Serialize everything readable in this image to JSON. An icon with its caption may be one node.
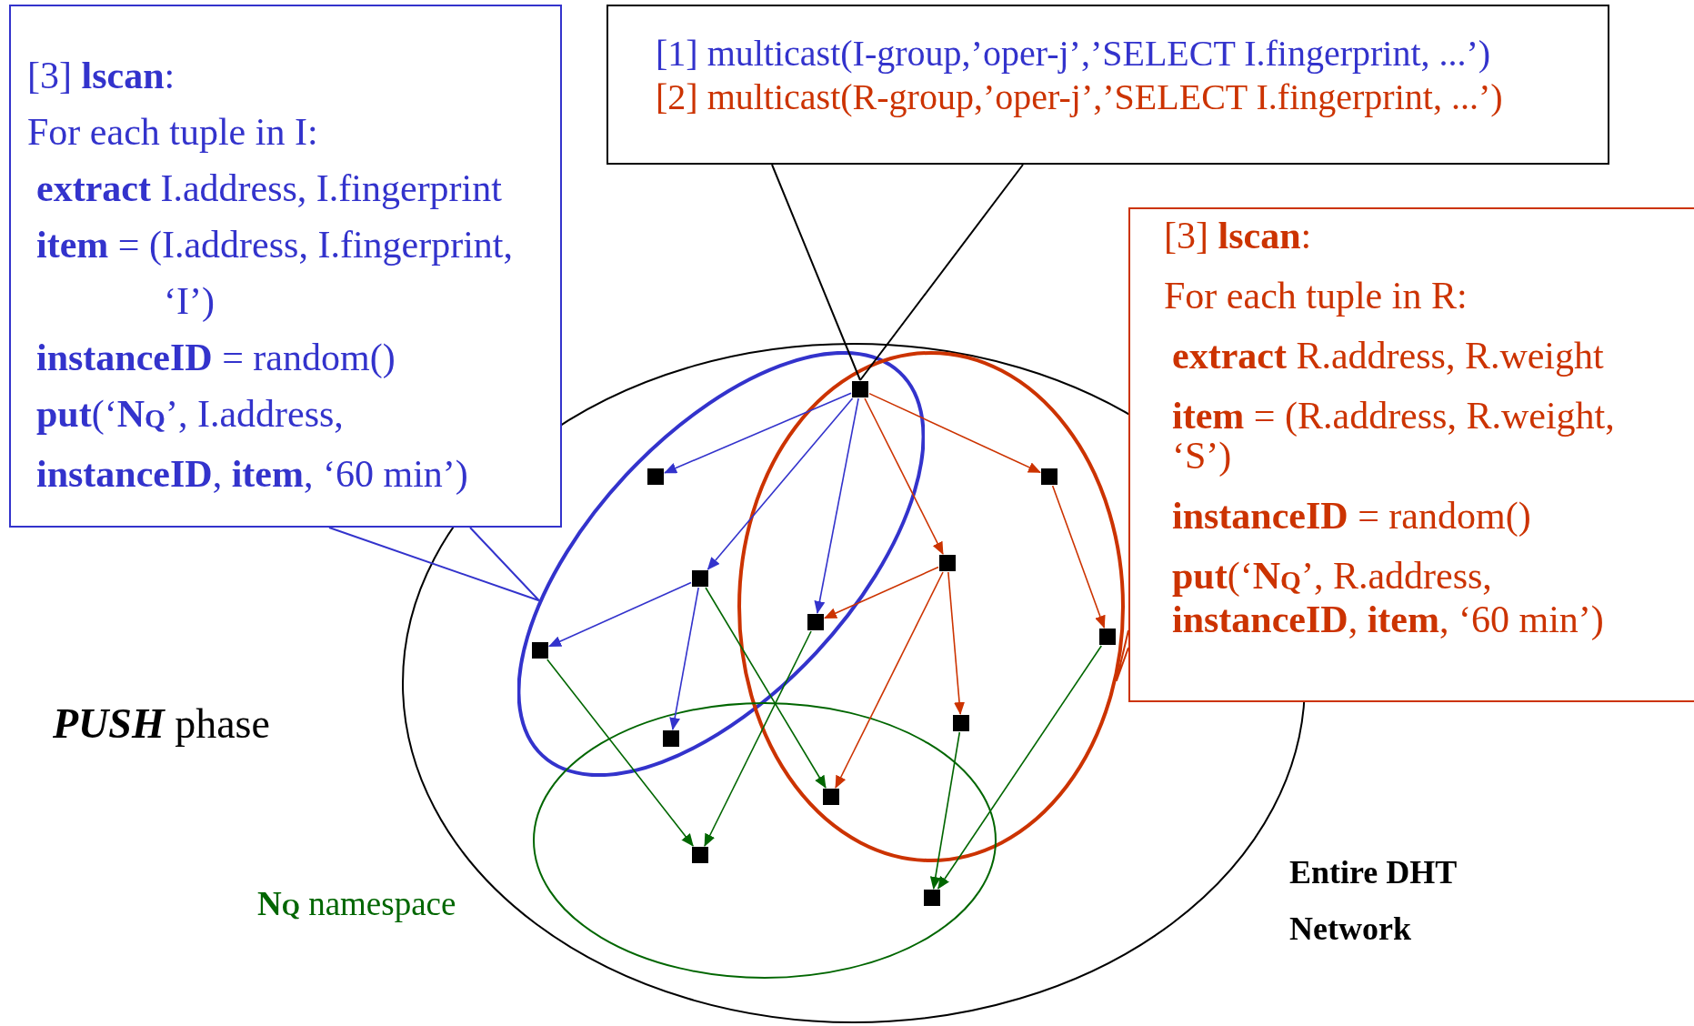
{
  "diagram": {
    "nodes": [
      {
        "text": [
          "[3] **lscan**:",
          "For each tuple in I:",
          "**extract** I.address, I.fingerprint",
          "**item** = (I.address, I.fingerprint, ‘I’)",
          "**instanceID** = random()",
          "**put**(‘**N**$_{Q}$’, I.address, **instanceID**, **item**, ‘60 min’)"
        ]
      },
      {
        "text": [
          "[1] multicast(I-group,’oper-j’,’SELECT I.fingerprint, ...’)",
          "[2] multicast(R-group,’oper-j’,’SELECT I.fingerprint, ...’)"
        ]
      },
      {
        "text": [
          "[3] **lscan**:",
          "For each tuple in R:",
          "**extract** R.address, R.weight",
          "**item** = (R.address, R.weight, ‘S’)",
          "**instanceID** = random()",
          "**put**(‘**N**$_{Q}$’, R.address, **instanceID**, **item**, ‘60 min’)"
        ]
      },
      {
        "text": [],
        "shape": "ellipse",
        "beside": [
          "Entire DHT Network"
        ]
      },
      {
        "text": [],
        "shape": "ellipse",
        "in": 3
      },
      {
        "text": [],
        "shape": "ellipse",
        "in": 3
      },
      {
        "text": [],
        "shape": "ellipse",
        "in": 3,
        "beside": [
          "**N**$_{Q}$ namespace"
        ]
      },
      {
        "text": [],
        "shape": "box"
      },
      {
        "text": [],
        "shape": "box",
        "in": 4
      },
      {
        "text": [],
        "shape": "box",
        "in": 5
      },
      {
        "text": [],
        "shape": "box",
        "in": 5
      },
      {
        "text": [],
        "shape": "box",
        "in": 4
      },
      {
        "text": [],
        "shape": "box"
      },
      {
        "text": [],
        "shape": "box",
        "in": 5
      },
      {
        "text": [],
        "shape": "box",
        "in": 4
      },
      {
        "text": [],
        "shape": "box",
        "in": 5
      },
      {
        "text": [],
        "shape": "box"
      },
      {
        "text": [],
        "shape": "box"
      },
      {
        "text": [],
        "shape": "box",
        "in": 6
      },
      {
        "text": [],
        "shape": "box",
        "in": 6
      }
    ],
    "edges": [
      {
        "from": 1,
        "to": 7,
        "arrow": "none",
        "color": "#000000"
      },
      {
        "from": 0,
        "to": 4,
        "arrow": "none",
        "color": "#3333cc"
      },
      {
        "from": 2,
        "to": 5,
        "arrow": "none",
        "color": "#cc3300"
      },
      {
        "from": 7,
        "to": 8,
        "arrow": "to",
        "color": "#3333cc"
      },
      {
        "from": 7,
        "to": 11,
        "arrow": "to",
        "color": "#3333cc"
      },
      {
        "from": 7,
        "to": 12,
        "arrow": "to",
        "color": "#3333cc"
      },
      {
        "from": 7,
        "to": 10,
        "arrow": "to",
        "color": "#cc3300"
      },
      {
        "from": 7,
        "to": 9,
        "arrow": "to",
        "color": "#cc3300"
      },
      {
        "from": 9,
        "to": 13,
        "arrow": "to",
        "color": "#cc3300"
      },
      {
        "from": 10,
        "to": 12,
        "arrow": "to",
        "color": "#cc3300"
      },
      {
        "from": 10,
        "to": 17,
        "arrow": "to",
        "color": "#cc3300"
      },
      {
        "from": 10,
        "to": 15,
        "arrow": "to",
        "color": "#cc3300"
      },
      {
        "from": 11,
        "to": 14,
        "arrow": "to",
        "color": "#3333cc"
      },
      {
        "from": 11,
        "to": 16,
        "arrow": "to",
        "color": "#3333cc"
      },
      {
        "from": 11,
        "to": 17,
        "arrow": "to",
        "color": "#006600"
      },
      {
        "from": 14,
        "to": 18,
        "arrow": "to",
        "color": "#006600"
      },
      {
        "from": 12,
        "to": 18,
        "arrow": "to",
        "color": "#006600"
      },
      {
        "from": 15,
        "to": 19,
        "arrow": "to",
        "color": "#006600"
      },
      {
        "from": 13,
        "to": 19,
        "arrow": "to",
        "color": "#006600"
      }
    ],
    "labels": [
      "**PUSH** phase"
    ]
  }
}
